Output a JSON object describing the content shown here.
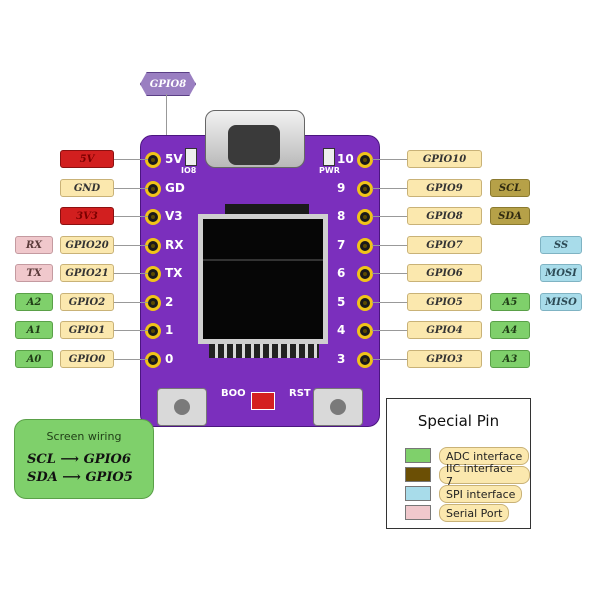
{
  "top_label": "GPIO8",
  "left_labels": [
    {
      "fn": "5V",
      "fn_class": "red",
      "gpio": ""
    },
    {
      "fn": "GND",
      "fn_class": "gpio",
      "gpio": ""
    },
    {
      "fn": "3V3",
      "fn_class": "red",
      "gpio": ""
    },
    {
      "extra": "RX",
      "extra_class": "pink",
      "fn": "GPIO20",
      "fn_class": "gpio"
    },
    {
      "extra": "TX",
      "extra_class": "pink",
      "fn": "GPIO21",
      "fn_class": "gpio"
    },
    {
      "extra": "A2",
      "extra_class": "green",
      "fn": "GPIO2",
      "fn_class": "gpio"
    },
    {
      "extra": "A1",
      "extra_class": "green",
      "fn": "GPIO1",
      "fn_class": "gpio"
    },
    {
      "extra": "A0",
      "extra_class": "green",
      "fn": "GPIO0",
      "fn_class": "gpio"
    }
  ],
  "right_labels": [
    {
      "fn": "GPIO10"
    },
    {
      "fn": "GPIO9",
      "extra": "SCL",
      "extra_class": "olive"
    },
    {
      "fn": "GPIO8",
      "extra": "SDA",
      "extra_class": "olive"
    },
    {
      "fn": "GPIO7",
      "extra2": "SS"
    },
    {
      "fn": "GPIO6",
      "extra2": "MOSI"
    },
    {
      "fn": "GPIO5",
      "extra": "A5",
      "extra_class": "green",
      "extra2": "MISO"
    },
    {
      "fn": "GPIO4",
      "extra": "A4",
      "extra_class": "green"
    },
    {
      "fn": "GPIO3",
      "extra": "A3",
      "extra_class": "green"
    }
  ],
  "board": {
    "left_silk": [
      "5V",
      "GD",
      "V3",
      "RX",
      "TX",
      "2",
      "1",
      "0"
    ],
    "right_silk": [
      "10",
      "9",
      "8",
      "7",
      "6",
      "5",
      "4",
      "3"
    ],
    "io8": "IO8",
    "pwr": "PWR",
    "boot": "BOO",
    "rst": "RST"
  },
  "wiring": {
    "title": "Screen wiring",
    "rows": [
      {
        "from": "SCL",
        "arrow": "⟶",
        "to": "GPIO6"
      },
      {
        "from": "SDA",
        "arrow": "⟶",
        "to": "GPIO5"
      }
    ]
  },
  "legend": {
    "title": "Special Pin",
    "items": [
      {
        "color": "#7fd06b",
        "label": "ADC interface"
      },
      {
        "color": "#6b4f05",
        "label": "IIC interface 7"
      },
      {
        "color": "#a8dcea",
        "label": "SPI interface"
      },
      {
        "color": "#f0c8cc",
        "label": "Serial Port"
      }
    ]
  }
}
